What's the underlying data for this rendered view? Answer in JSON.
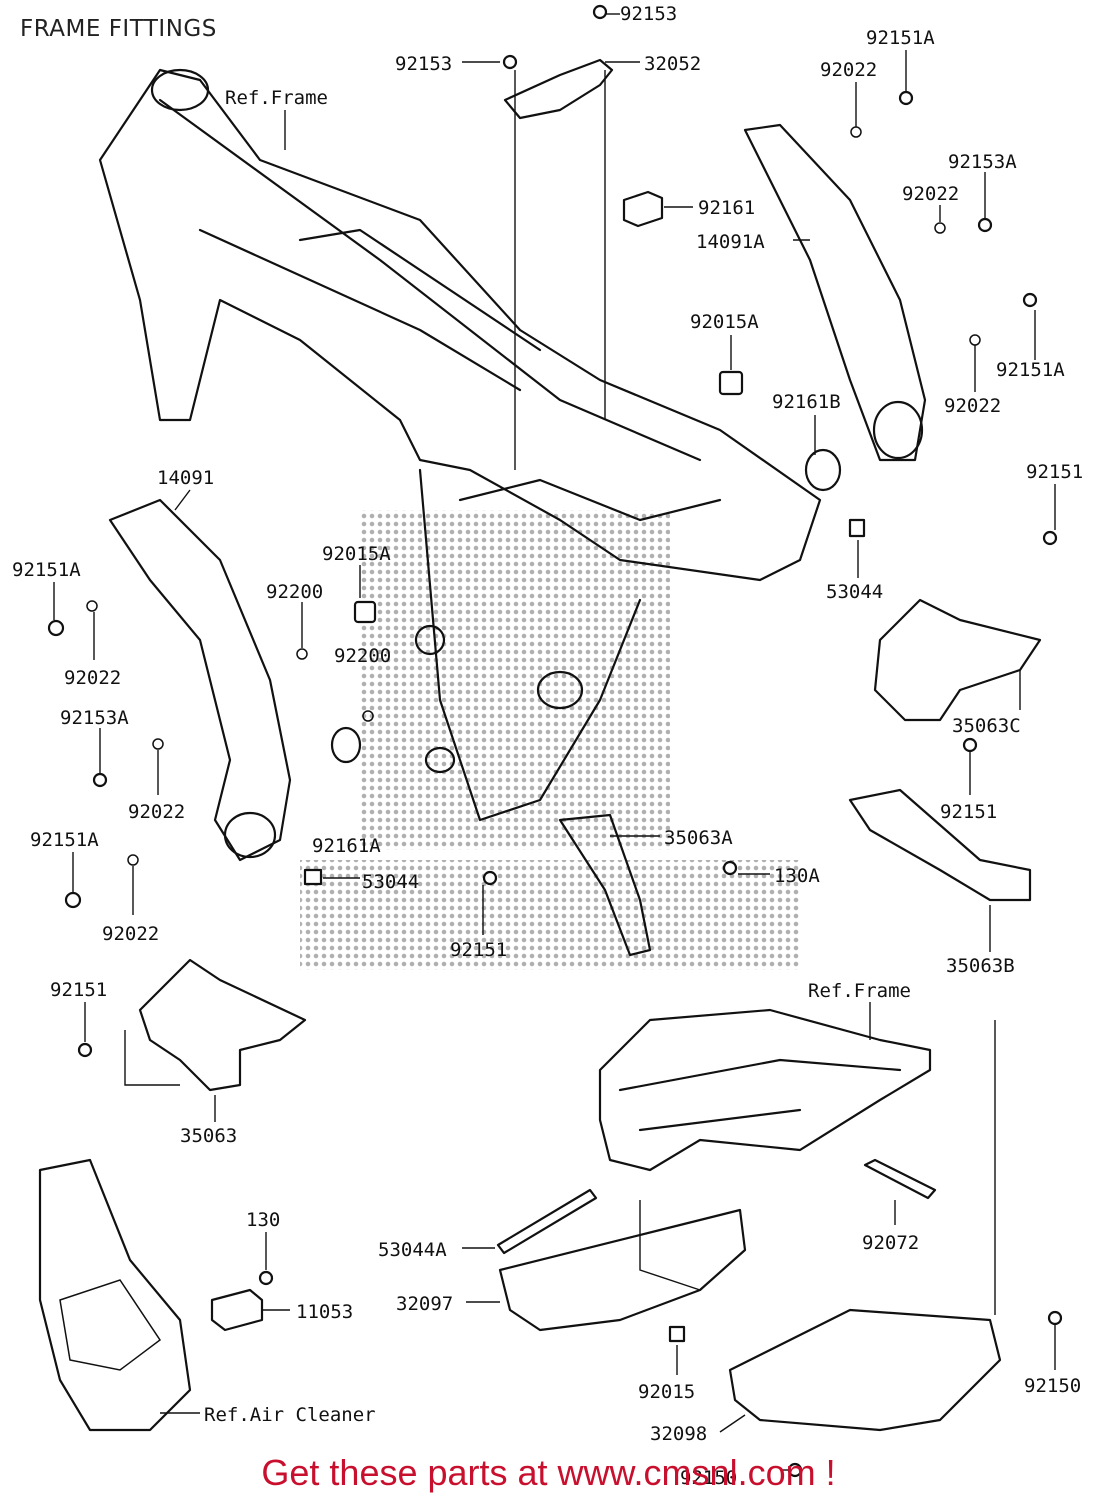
{
  "title": "FRAME FITTINGS",
  "footer": "Get these parts at www.cmsnl.com !",
  "colors": {
    "footer_text": "#c8102e",
    "ink": "#111111",
    "watermark": "#555555"
  },
  "watermark": "CMSNL",
  "labels": [
    "92153",
    "92153",
    "32052",
    "92151A",
    "92022",
    "Ref.Frame",
    "92161",
    "92153A",
    "92022",
    "14091A",
    "92015A",
    "92151A",
    "92161B",
    "92022",
    "14091",
    "92151",
    "92151A",
    "92015A",
    "92200",
    "53044",
    "92022",
    "92200",
    "92153A",
    "35063C",
    "92151",
    "92022",
    "92161A",
    "35063A",
    "92151A",
    "53044",
    "130A",
    "92022",
    "92151",
    "35063B",
    "92151",
    "Ref.Frame",
    "35063",
    "130",
    "92072",
    "53044A",
    "11053",
    "32097",
    "92015",
    "92150",
    "Ref.Air Cleaner",
    "32098",
    "92150"
  ]
}
